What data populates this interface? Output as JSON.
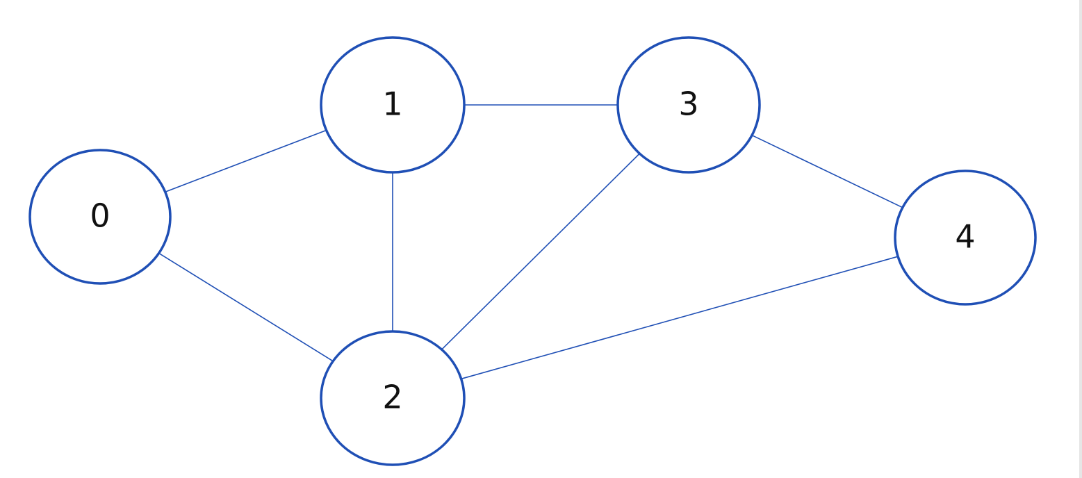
{
  "graph": {
    "stroke_color": "#1f4fb5",
    "nodes": [
      {
        "id": "0",
        "label": "0"
      },
      {
        "id": "1",
        "label": "1"
      },
      {
        "id": "2",
        "label": "2"
      },
      {
        "id": "3",
        "label": "3"
      },
      {
        "id": "4",
        "label": "4"
      }
    ],
    "edges": [
      {
        "from": "0",
        "to": "1"
      },
      {
        "from": "0",
        "to": "2"
      },
      {
        "from": "1",
        "to": "2"
      },
      {
        "from": "1",
        "to": "3"
      },
      {
        "from": "2",
        "to": "3"
      },
      {
        "from": "3",
        "to": "4"
      },
      {
        "from": "2",
        "to": "4"
      }
    ]
  }
}
